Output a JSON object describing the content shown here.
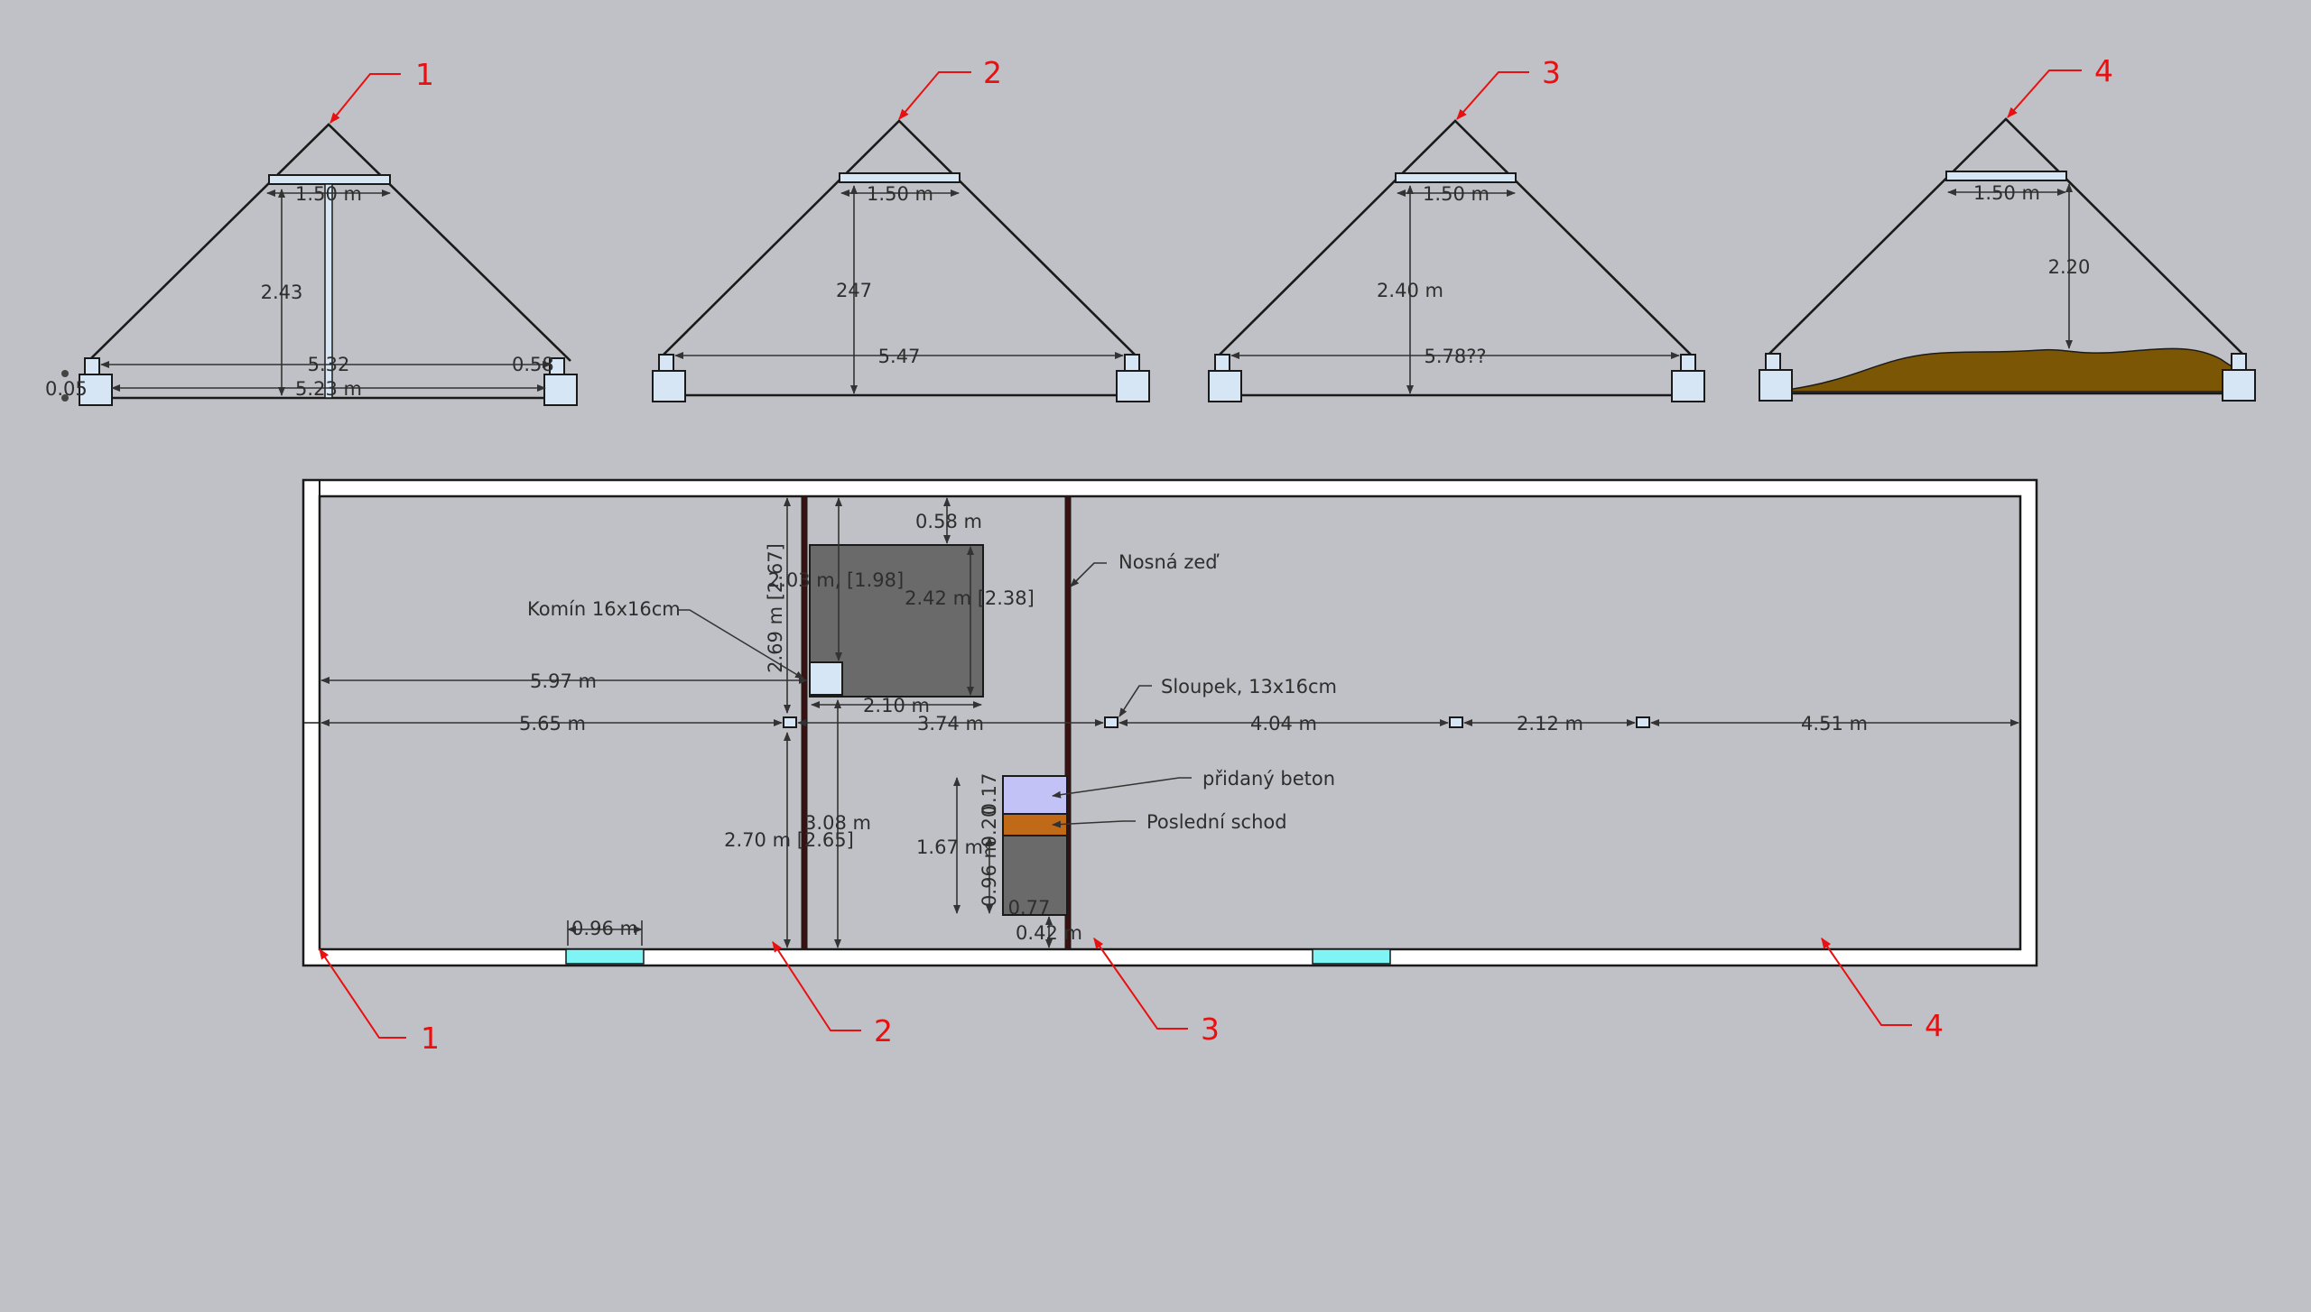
{
  "colors": {
    "background": "#c0c1c6",
    "callout": "#e81010",
    "outline": "#1a1a1a",
    "base_block": "#d6e6f4",
    "chimney_box": "#6a6a6a",
    "window": "#7ff4f4",
    "added_concrete": "#c2c2f6",
    "last_step": "#c06a18",
    "soil": "#7b5605",
    "load_wall": "#3a1010"
  },
  "sections": [
    {
      "callout": "1",
      "top": "1.50 m",
      "height": "2.43",
      "width_a": "5.32",
      "width_b": "5.23 m",
      "side_left": "0.05",
      "side_right": "0.58"
    },
    {
      "callout": "2",
      "top": "1.50 m",
      "height": "247",
      "width_a": "5.47"
    },
    {
      "callout": "3",
      "top": "1.50 m",
      "height": "2.40 m",
      "width_a": "5.78??"
    },
    {
      "callout": "4",
      "top": "1.50 m",
      "height": "2.20"
    }
  ],
  "plan": {
    "labels": {
      "chimney": "Komín 16x16cm",
      "load_wall": "Nosná zeď",
      "post": "Sloupek, 13x16cm",
      "added_concrete": "přidaný beton",
      "last_step": "Poslední schod"
    },
    "dims": {
      "d597": "5.97 m",
      "d565": "5.65 m",
      "d374": "3.74 m",
      "d404": "4.04 m",
      "d212": "2.12 m",
      "d451": "4.51 m",
      "d058": "0.58 m",
      "d242": "2.42 m [2.38]",
      "d210": "2.10 m",
      "d203": "2.03 m, [1.98]",
      "d269": "2.69 m [2.67]",
      "d270": "2.70 m [2.65]",
      "d308": "3.08 m",
      "d167": "1.67 m",
      "d096": "0.96 m",
      "d017": "0.17",
      "d020": "0.20",
      "d077": "0.77",
      "d042": "0.42 m",
      "d096w": "0.96 m"
    },
    "callouts": [
      "1",
      "2",
      "3",
      "4"
    ]
  }
}
